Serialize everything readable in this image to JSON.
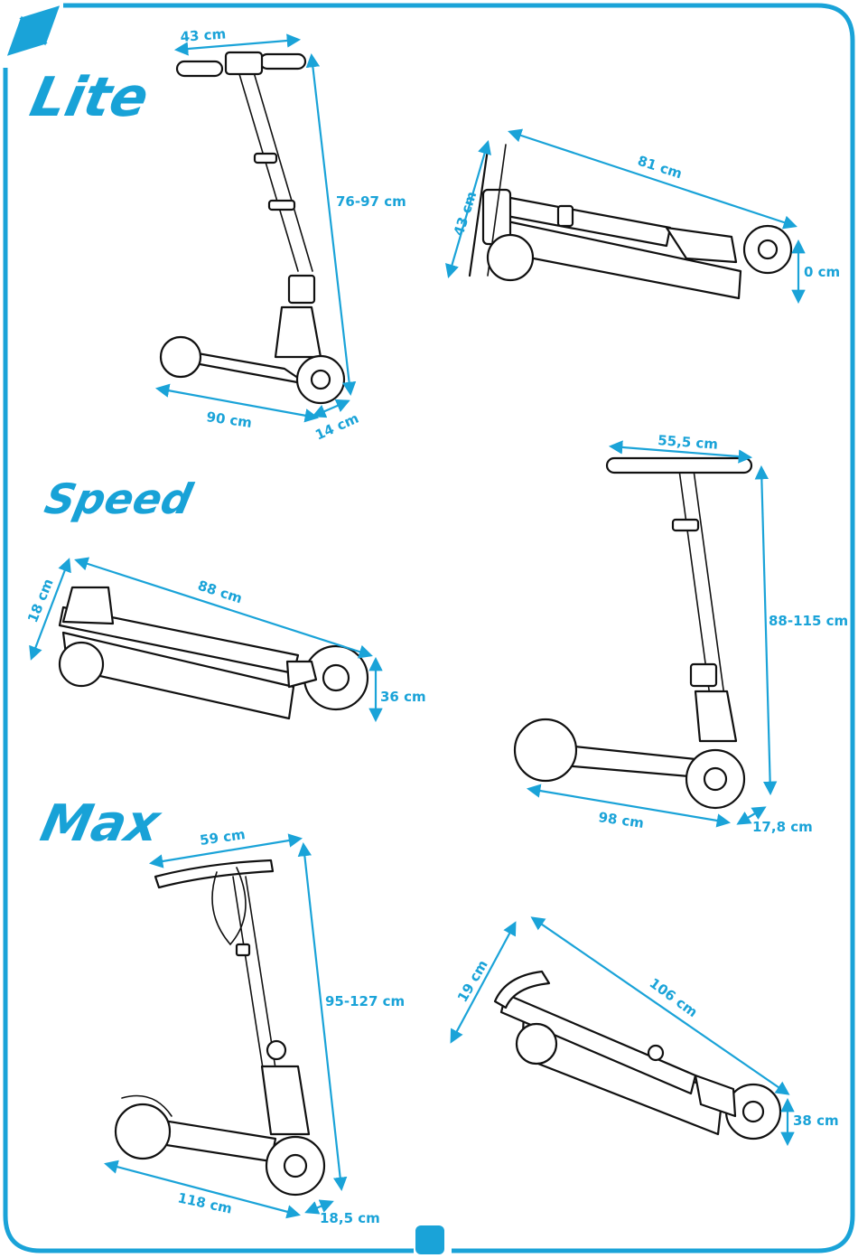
{
  "colors": {
    "accent": "#1aa3d8",
    "line": "#111111",
    "background": "#ffffff"
  },
  "icons": {
    "corner": "expand-arrows-icon"
  },
  "models": {
    "lite": {
      "title": "Lite",
      "open": {
        "handlebar_width": "43 cm",
        "height": "76-97 cm",
        "length": "90 cm",
        "deck_width": "14 cm"
      },
      "folded": {
        "length": "81 cm",
        "width": "43 cm",
        "height": "0 cm"
      }
    },
    "speed": {
      "title": "Speed",
      "open": {
        "handlebar_width": "55,5 cm",
        "height": "88-115 cm",
        "length": "98 cm",
        "deck_width": "17,8 cm"
      },
      "folded": {
        "length": "88 cm",
        "width": "18 cm",
        "height": "36 cm"
      }
    },
    "max": {
      "title": "Max",
      "open": {
        "handlebar_width": "59 cm",
        "height": "95-127 cm",
        "length": "118 cm",
        "deck_width": "18,5 cm"
      },
      "folded": {
        "length": "106 cm",
        "width": "19 cm",
        "height": "38 cm"
      }
    }
  }
}
